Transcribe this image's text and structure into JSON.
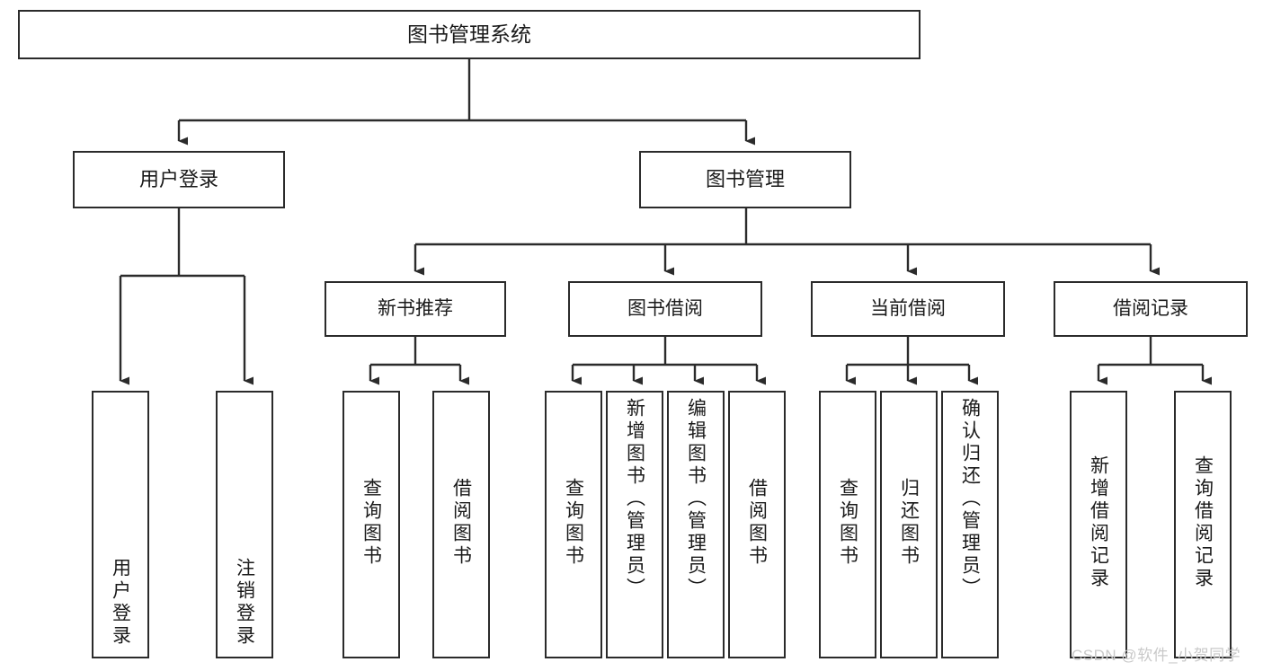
{
  "diagram": {
    "type": "tree",
    "title": "图书管理系统",
    "root": {
      "label": "图书管理系统"
    },
    "level2": [
      {
        "label": "用户登录"
      },
      {
        "label": "图书管理"
      }
    ],
    "level3": [
      {
        "label": "新书推荐"
      },
      {
        "label": "图书借阅"
      },
      {
        "label": "当前借阅"
      },
      {
        "label": "借阅记录"
      }
    ],
    "leaves": [
      {
        "label": "用户登录",
        "parent": "用户登录"
      },
      {
        "label": "注销登录",
        "parent": "用户登录"
      },
      {
        "label": "查询图书",
        "parent": "新书推荐"
      },
      {
        "label": "借阅图书",
        "parent": "新书推荐"
      },
      {
        "label": "查询图书",
        "parent": "图书借阅"
      },
      {
        "label": "新增图书（管理员）",
        "parent": "图书借阅"
      },
      {
        "label": "编辑图书（管理员）",
        "parent": "图书借阅"
      },
      {
        "label": "借阅图书",
        "parent": "图书借阅"
      },
      {
        "label": "查询图书",
        "parent": "当前借阅"
      },
      {
        "label": "归还图书",
        "parent": "当前借阅"
      },
      {
        "label": "确认归还（管理员）",
        "parent": "当前借阅"
      },
      {
        "label": "新增借阅记录",
        "parent": "借阅记录"
      },
      {
        "label": "查询借阅记录",
        "parent": "借阅记录"
      }
    ],
    "colors": {
      "stroke": "#2b2b2b",
      "fill": "#ffffff",
      "text": "#1a1a1a",
      "watermark": "#c9c9c9"
    }
  },
  "watermark": {
    "text": "CSDN @软件_小贺同学"
  }
}
